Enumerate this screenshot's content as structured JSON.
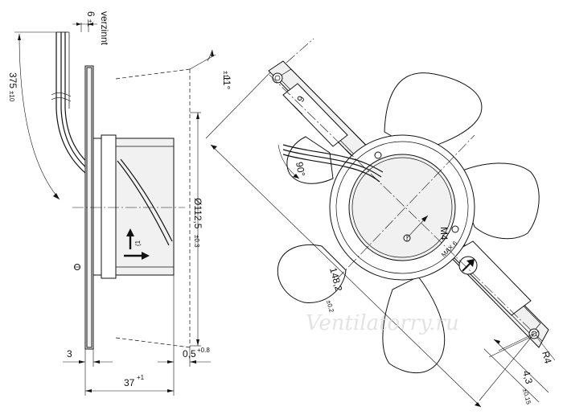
{
  "dimensions": {
    "tin": {
      "text": "verzinnt"
    },
    "strip": {
      "main": "6",
      "tol": "±1"
    },
    "lead": {
      "main": "375",
      "tol": "±10"
    },
    "tilt": {
      "main": "11°",
      "tol": "±1°"
    },
    "diameter": {
      "main": "Ø112,5",
      "tol": "±0.3"
    },
    "gap": {
      "main": "0,5",
      "tol": "+0.8"
    },
    "flange": {
      "main": "3"
    },
    "depth": {
      "main": "37",
      "tol": "+1"
    },
    "angle": {
      "main": "90°"
    },
    "hole_dist": {
      "main": "148,2",
      "tol": "±0.2"
    },
    "thread": {
      "main": "M4"
    },
    "radius": {
      "main": "R4"
    },
    "hole_dia": {
      "main": "4,3",
      "tol": "±0.15"
    },
    "spoke": {
      "main": "6"
    },
    "max": {
      "main": "MAX.6"
    }
  },
  "watermark": "Ventilatorry.ru"
}
